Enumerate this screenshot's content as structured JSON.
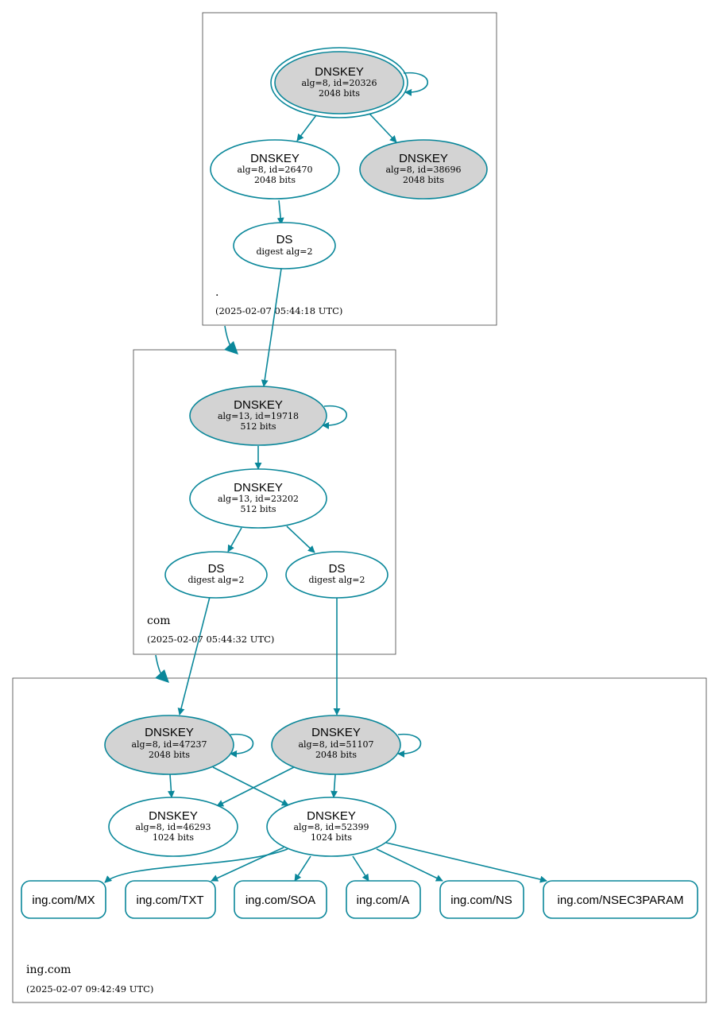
{
  "colors": {
    "edge": "#0a879a",
    "ksk_fill": "#d3d3d3",
    "node_fill": "#ffffff",
    "text": "#000000"
  },
  "zones": {
    "root": {
      "name": ".",
      "timestamp": "(2025-02-07 05:44:18 UTC)"
    },
    "com": {
      "name": "com",
      "timestamp": "(2025-02-07 05:44:32 UTC)"
    },
    "ing": {
      "name": "ing.com",
      "timestamp": "(2025-02-07 09:42:49 UTC)"
    }
  },
  "nodes": {
    "root_ksk": {
      "title": "DNSKEY",
      "line1": "alg=8, id=20326",
      "line2": "2048 bits"
    },
    "root_zsk": {
      "title": "DNSKEY",
      "line1": "alg=8, id=26470",
      "line2": "2048 bits"
    },
    "root_key3": {
      "title": "DNSKEY",
      "line1": "alg=8, id=38696",
      "line2": "2048 bits"
    },
    "root_ds": {
      "title": "DS",
      "line1": "digest alg=2"
    },
    "com_ksk": {
      "title": "DNSKEY",
      "line1": "alg=13, id=19718",
      "line2": "512 bits"
    },
    "com_zsk": {
      "title": "DNSKEY",
      "line1": "alg=13, id=23202",
      "line2": "512 bits"
    },
    "com_ds1": {
      "title": "DS",
      "line1": "digest alg=2"
    },
    "com_ds2": {
      "title": "DS",
      "line1": "digest alg=2"
    },
    "ing_ksk1": {
      "title": "DNSKEY",
      "line1": "alg=8, id=47237",
      "line2": "2048 bits"
    },
    "ing_ksk2": {
      "title": "DNSKEY",
      "line1": "alg=8, id=51107",
      "line2": "2048 bits"
    },
    "ing_zsk1": {
      "title": "DNSKEY",
      "line1": "alg=8, id=46293",
      "line2": "1024 bits"
    },
    "ing_zsk2": {
      "title": "DNSKEY",
      "line1": "alg=8, id=52399",
      "line2": "1024 bits"
    }
  },
  "rrsets": [
    {
      "label": "ing.com/MX"
    },
    {
      "label": "ing.com/TXT"
    },
    {
      "label": "ing.com/SOA"
    },
    {
      "label": "ing.com/A"
    },
    {
      "label": "ing.com/NS"
    },
    {
      "label": "ing.com/NSEC3PARAM"
    }
  ]
}
